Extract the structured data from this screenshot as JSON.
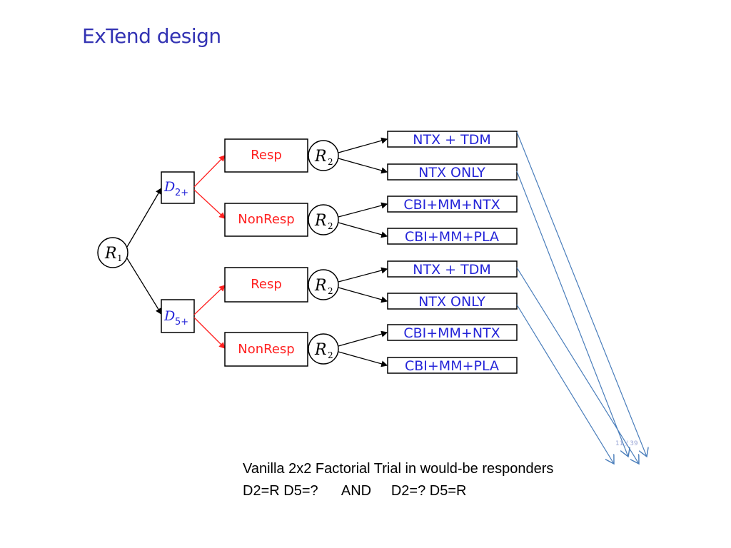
{
  "title": "ExTend design",
  "randomization": {
    "first": "R",
    "first_sub": "1",
    "second": "R",
    "second_sub": "2"
  },
  "stages": {
    "d2": {
      "label": "D",
      "sub": "2+"
    },
    "d5": {
      "label": "D",
      "sub": "5+"
    }
  },
  "response_labels": {
    "resp": "Resp",
    "nonresp": "NonResp"
  },
  "treatments": [
    "NTX + TDM",
    "NTX ONLY",
    "CBI+MM+NTX",
    "CBI+MM+PLA",
    "NTX + TDM",
    "NTX ONLY",
    "CBI+MM+NTX",
    "CBI+MM+PLA"
  ],
  "page_number": "11 / 39",
  "caption": {
    "line1": "Vanilla 2x2 Factorial Trial in would-be responders",
    "line2": "D2=R D5=?      AND     D2=? D5=R"
  },
  "colors": {
    "title": "#3333b3",
    "response_text": "#ff2020",
    "treatment_text": "#2525d8",
    "arrow_red": "#ff2020",
    "arrow_blue": "#4a7ebb",
    "black": "#000000"
  }
}
